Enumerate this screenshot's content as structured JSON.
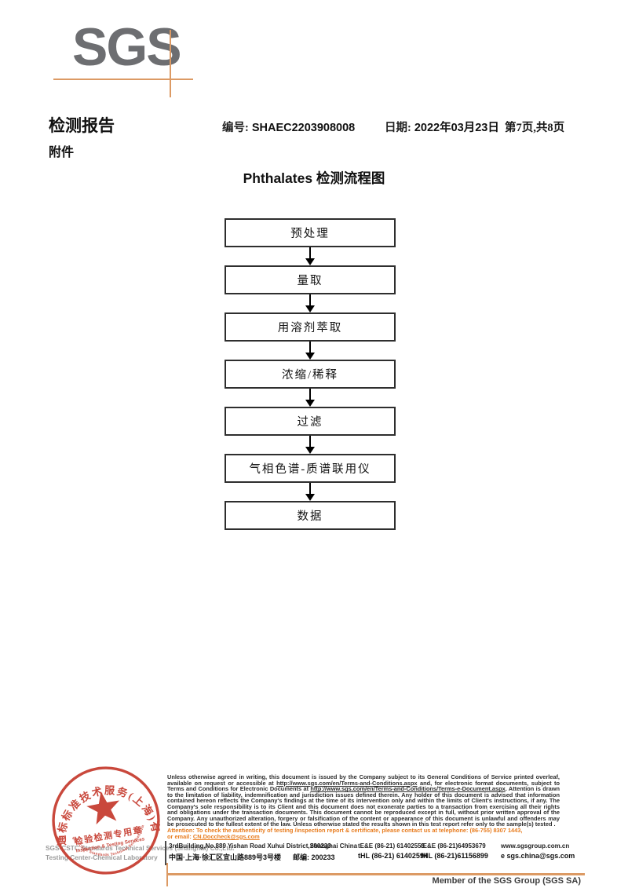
{
  "colors": {
    "logo_gray": "#6d6e71",
    "accent_orange": "#dc9a64",
    "attention_orange": "#e87c1e",
    "stamp_red": "#c5392c"
  },
  "logo": {
    "text": "SGS"
  },
  "header": {
    "report_title": "检测报告",
    "report_no_label": "编号:",
    "report_no": "SHAEC2203908008",
    "date_label": "日期:",
    "date_value": "2022年03月23日",
    "page_info": "第7页,共8页",
    "attachment_label": "附件"
  },
  "flowchart": {
    "title": "Phthalates 检测流程图",
    "steps": [
      "预处理",
      "量取",
      "用溶剂萃取",
      "浓缩/稀释",
      "过滤",
      "气相色谱-质谱联用仪",
      "数据"
    ]
  },
  "stamp": {
    "ring_text": "通标标准技术服务(上海)有限公司",
    "ring_bottom_text": "SGS-CSTC Standards Technical Services(Shanghai)Co.,Ltd.",
    "center_line1": "检验检测专用章",
    "center_line2": "Inspection & Testing Services"
  },
  "company": {
    "line1": "SGS-CSTC Standards Technical Services (Shanghai) Co.,Ltd.",
    "line2": "Testing Center-Chemical Laboratory"
  },
  "footer": {
    "disclaimer": {
      "part1": "Unless otherwise agreed in writing, this document is issued by the Company subject to its General Conditions of Service printed overleaf, available on request or accessible at ",
      "url1": "http://www.sgs.com/en/Terms-and-Conditions.aspx",
      "part2": " and, for electronic format documents, subject to Terms and Conditions for Electronic Documents at ",
      "url2": "http://www.sgs.com/en/Terms-and-Conditions/Terms-e-Document.aspx",
      "part3": ". Attention is drawn to the limitation of liability, indemnification and jurisdiction issues defined therein. Any holder of this document is advised that information contained hereon reflects the Company's findings at the time of its intervention only and within the limits of Client's instructions, if any. The Company's sole responsibility is to its Client and this document does not exonerate parties to a transaction from exercising all their rights and obligations under the transaction documents. This document cannot be reproduced except in full, without prior written approval of the Company. Any unauthorized alteration, forgery or falsification of the content or appearance of this document is unlawful and offenders may be prosecuted to the fullest extent of the law. Unless otherwise stated the results shown in this test report refer only to the sample(s) tested ."
    },
    "attention_line1": "Attention: To check the authenticity of testing /inspection report & certificate, please contact us at telephone: (86-755) 8307 1443,",
    "attention_line2_prefix": "or email: ",
    "attention_email": "CN.Doccheck@sgs.com",
    "address_en": "3rdBuilding,No.889 Yishan Road Xuhui District,Shanghai China",
    "postcode_en": "200233",
    "tel_en": "tE&E (86-21) 61402553",
    "fax_en": "fE&E (86-21)64953679",
    "website": "www.sgsgroup.com.cn",
    "address_cn": "中国·上海·徐汇区宜山路889号3号楼",
    "postcode_label_cn": "邮编:",
    "postcode_cn": "200233",
    "tel_cn": "tHL (86-21) 61402594",
    "fax_cn": "fHL (86-21)61156899",
    "email": "e sgs.china@sgs.com",
    "member_text": "Member of the SGS Group (SGS SA)"
  }
}
